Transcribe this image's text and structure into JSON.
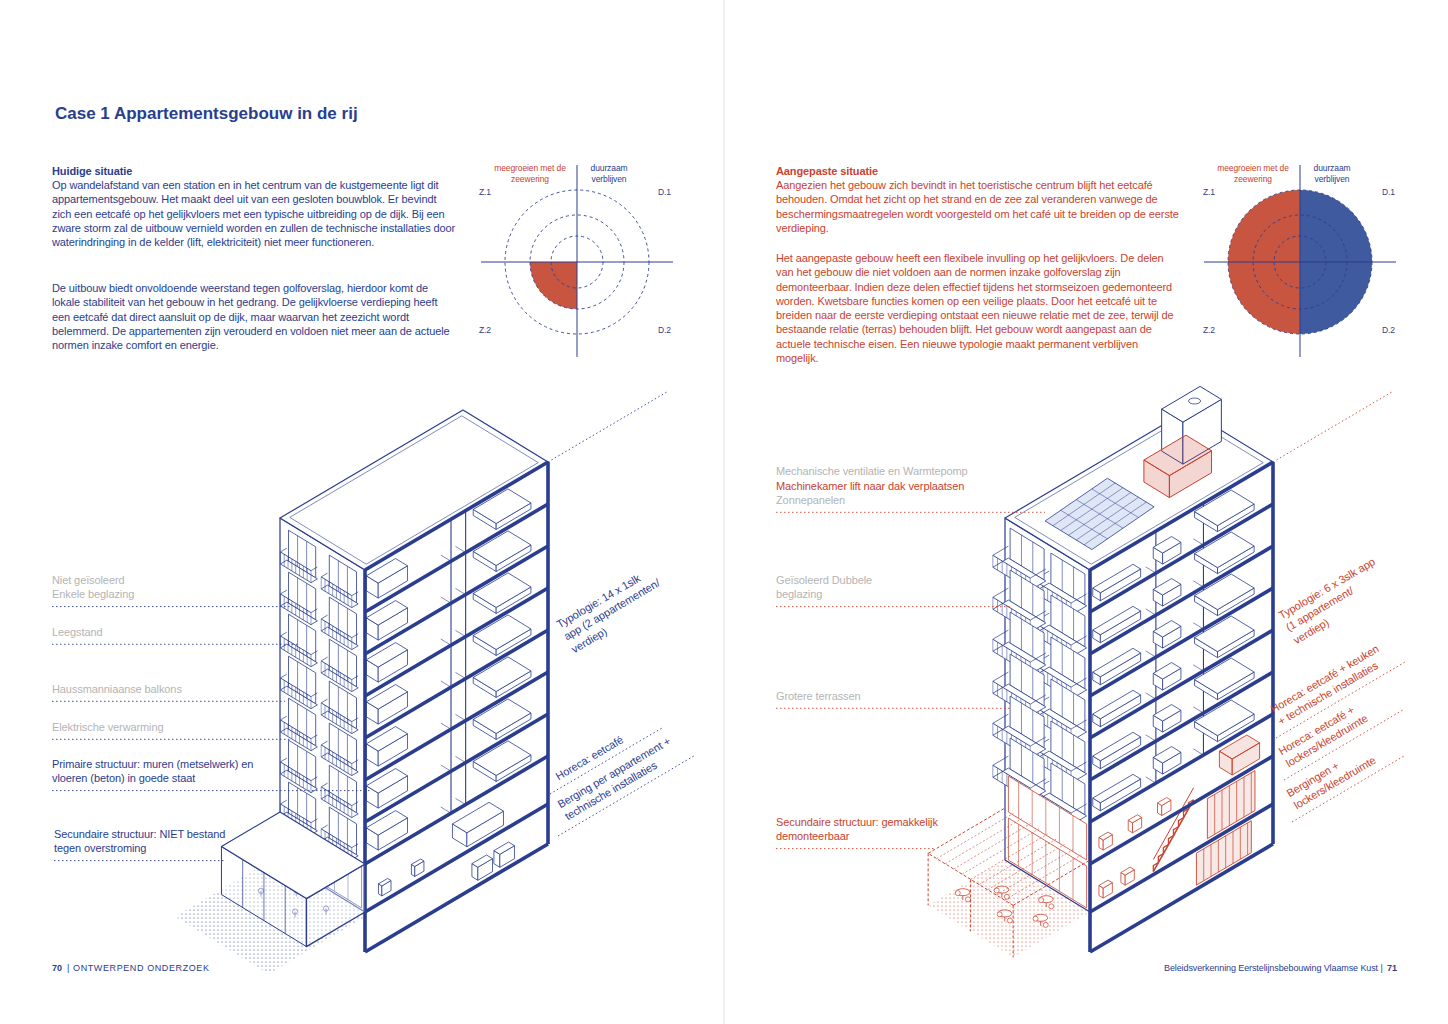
{
  "diagram": {
    "title": "Case 1 Appartementsgebouw in de rij",
    "labels": [
      "Huidige situatie",
      "Op wandelafstand van een station en in het centrum van de kustgemeente ligt dit appartementsgebouw. Het maakt deel uit van een gesloten bouwblok. Er bevindt zich een eetcafé op het gelijkvloers met een typische uitbreiding op de dijk. Bij een zware storm zal de uitbouw vernield worden en zullen de technische installaties door waterindringing in de kelder (lift, elektriciteit) niet meer functioneren.",
      "De uitbouw biedt onvoldoende weerstand tegen golfoverslag, hierdoor komt de lokale stabiliteit van het gebouw in het gedrang. De gelijkvloerse verdieping heeft een eetcafé dat direct aansluit op de dijk, maar waarvan het zeezicht wordt belemmerd. De appartementen zijn verouderd en voldoen niet meer aan de actuele normen inzake comfort en energie.",
      "meegroeien met de zeewering",
      "duurzaam verblijven",
      "Z.1",
      "D.1",
      "Z.2",
      "D.2",
      "Niet geïsoleerd Enkele beglazing",
      "Leegstand",
      "Haussmanniaanse balkons",
      "Elektrische verwarming",
      "Primaire structuur: muren (metselwerk) en vloeren (beton) in goede staat",
      "Secundaire structuur: NIET bestand tegen overstroming",
      "Typologie: 14 x 1slk app (2 appartementen/ verdiep)",
      "Horeca: eetcafé",
      "Berging per appartement + technische installaties",
      "70",
      "| ONTWERPEND ONDERZOEK",
      "Aangepaste situatie",
      "Aangezien het gebouw zich bevindt in het toeristische centrum blijft het eetcafé behouden. Omdat het zicht op het strand en de zee zal veranderen vanwege de beschermingsmaatregelen wordt voorgesteld om het café uit te breiden op de eerste verdieping.",
      "Het aangepaste gebouw heeft een flexibele invulling op het gelijkvloers. De delen van het gebouw die niet voldoen aan de normen inzake golfoverslag zijn demonteerbaar. Indien deze delen effectief tijdens het stormseizoen gedemonteerd worden. Kwetsbare functies komen op een veilige plaats. Door het eetcafé uit te breiden naar de eerste verdieping ontstaat een nieuwe relatie met de zee, terwijl de bestaande relatie (terras) behouden blijft. Het gebouw wordt aangepast aan de actuele technische eisen. Een nieuwe typologie maakt permanent verblijven mogelijk.",
      "meegroeien met de zeewering",
      "duurzaam verblijven",
      "Z.1",
      "D.1",
      "Z.2",
      "D.2",
      "Mechanische ventilatie en Warmtepomp",
      "Machinekamer lift naar dak verplaatsen",
      "Zonnepanelen",
      "Geïsoleerd Dubbele beglazing",
      "Grotere terrassen",
      "Secundaire structuur: gemakkelijk demonteerbaar",
      "Typologie: 6 x 3slk app (1 appartement/ verdiep)",
      "Horeca: eetcafé + keuken + technische installaties",
      "Horeca: eetcafé + lockers/kleedruimte",
      "Bergingen + lockers/kleedruimte",
      "Beleidsverkenning Eerstelijnsbebouwing Vlaamse Kust |",
      "71"
    ]
  }
}
